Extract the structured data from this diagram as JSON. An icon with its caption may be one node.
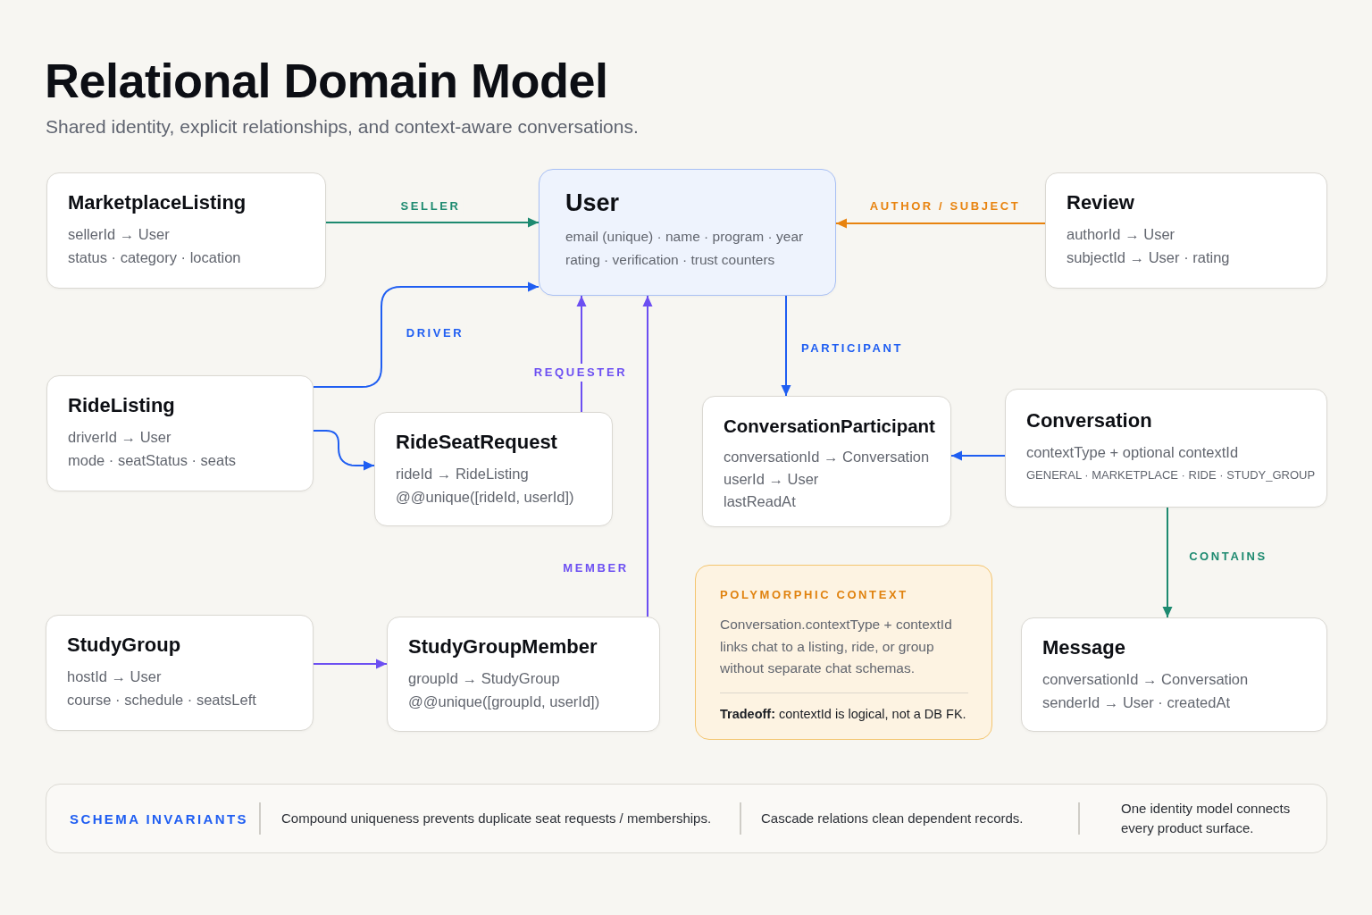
{
  "diagram": {
    "title": "Relational Domain Model",
    "nodes": [
      {
        "text": [
          "MarketplaceListing",
          "sellerId → User",
          "status · category · location"
        ]
      },
      {
        "text": [
          "User",
          "email (unique) · name · program · year",
          "rating · verification · trust counters"
        ]
      },
      {
        "text": [
          "Review",
          "authorId → User",
          "subjectId → User · rating"
        ]
      },
      {
        "text": [
          "RideListing",
          "driverId → User",
          "mode · seatStatus · seats"
        ]
      },
      {
        "text": [
          "RideSeatRequest",
          "rideId → RideListing",
          "@@unique([rideId, userId])"
        ]
      },
      {
        "text": [
          "ConversationParticipant",
          "conversationId → Conversation",
          "userId → User",
          "lastReadAt"
        ]
      },
      {
        "text": [
          "Conversation",
          "contextType + optional contextId",
          "GENERAL · MARKETPLACE · RIDE · STUDY_GROUP"
        ]
      },
      {
        "text": [
          "StudyGroup",
          "hostId → User",
          "course · schedule · seatsLeft"
        ]
      },
      {
        "text": [
          "StudyGroupMember",
          "groupId → StudyGroup",
          "@@unique([groupId, userId])"
        ]
      },
      {
        "text": [
          "POLYMORPHIC CONTEXT",
          "Conversation.contextType + contextId links chat to a listing, ride, or group without separate chat schemas.",
          "**Tradeoff:** contextId is logical, not a DB FK."
        ]
      },
      {
        "text": [
          "Message",
          "conversationId → Conversation",
          "senderId → User · createdAt"
        ]
      },
      {
        "text": [
          "SCHEMA INVARIANTS",
          "Compound uniqueness prevents duplicate seat requests / memberships.",
          "Cascade relations clean dependent records.",
          "One identity model connects every product surface."
        ]
      }
    ],
    "edges": [
      {
        "from": 0,
        "to": 1,
        "arrow": "to",
        "label": "SELLER",
        "color": "#1d8a70"
      },
      {
        "from": 2,
        "to": 1,
        "arrow": "to",
        "label": "AUTHOR / SUBJECT",
        "color": "#e8830f"
      },
      {
        "from": 3,
        "to": 1,
        "arrow": "to",
        "label": "DRIVER"
      },
      {
        "from": 3,
        "to": 4,
        "arrow": "to"
      },
      {
        "from": 4,
        "to": 1,
        "arrow": "to",
        "label": "REQUESTER",
        "color": "#6c4ff2"
      },
      {
        "from": 1,
        "to": 5,
        "arrow": "to",
        "label": "PARTICIPANT"
      },
      {
        "from": 6,
        "to": 5,
        "arrow": "to"
      },
      {
        "from": 7,
        "to": 8,
        "arrow": "to",
        "color": "#6c4ff2"
      },
      {
        "from": 8,
        "to": 1,
        "arrow": "to",
        "label": "MEMBER",
        "color": "#6c4ff2"
      },
      {
        "from": 6,
        "to": 10,
        "arrow": "to",
        "label": "CONTAINS",
        "color": "#1d8a70"
      }
    ],
    "labels": [
      "Shared identity, explicit relationships, and context-aware conversations."
    ]
  }
}
